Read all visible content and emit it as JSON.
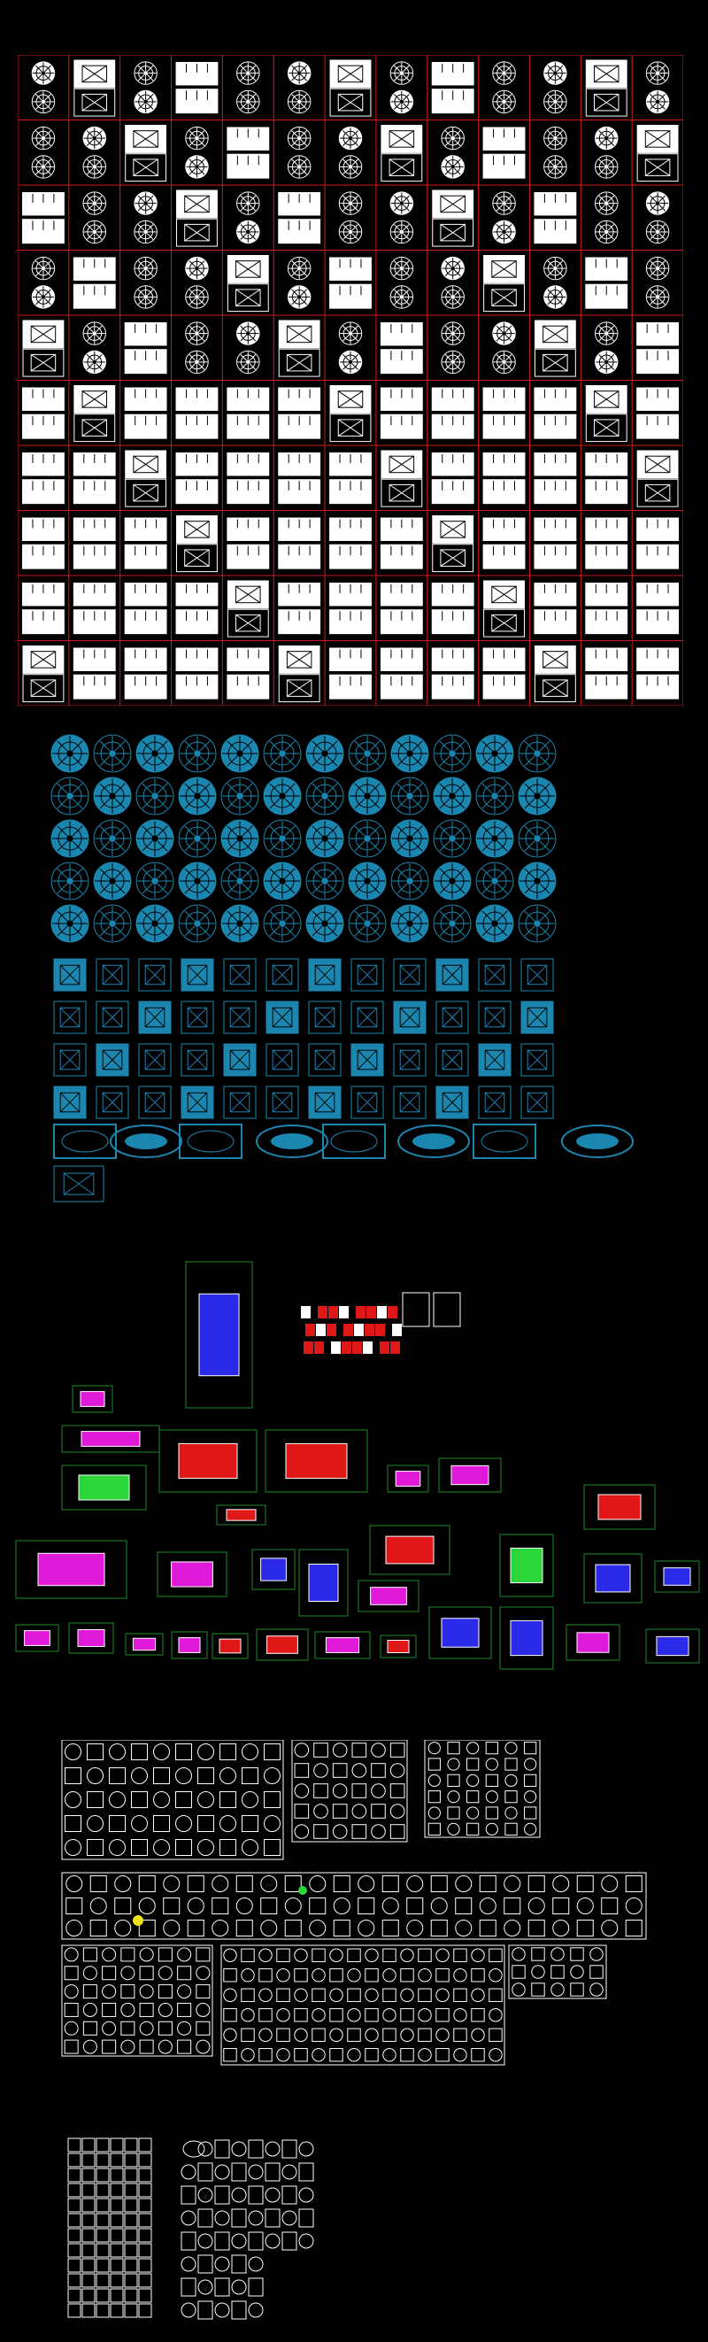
{
  "canvas": {
    "background": "#000000"
  },
  "colors": {
    "grid_red": "#d11a1a",
    "symbol_white": "#ffffff",
    "symbol_blue": "#1b86b0",
    "frame_green": "#1f8a2a",
    "accent_red": "#e01818",
    "accent_magenta": "#e01ad8",
    "accent_blue": "#2a2ae8",
    "accent_yellow": "#f0e21a",
    "accent_green": "#2ad63a"
  },
  "sections": [
    {
      "id": "red-grid-catalog",
      "rows": 10,
      "cols": 13
    },
    {
      "id": "blue-pattern-catalog",
      "circle_rows": 5,
      "square_rows": 4,
      "cols": 12
    },
    {
      "id": "colored-blocks-scatter"
    },
    {
      "id": "white-outline-catalog"
    },
    {
      "id": "small-outline-catalog"
    }
  ]
}
